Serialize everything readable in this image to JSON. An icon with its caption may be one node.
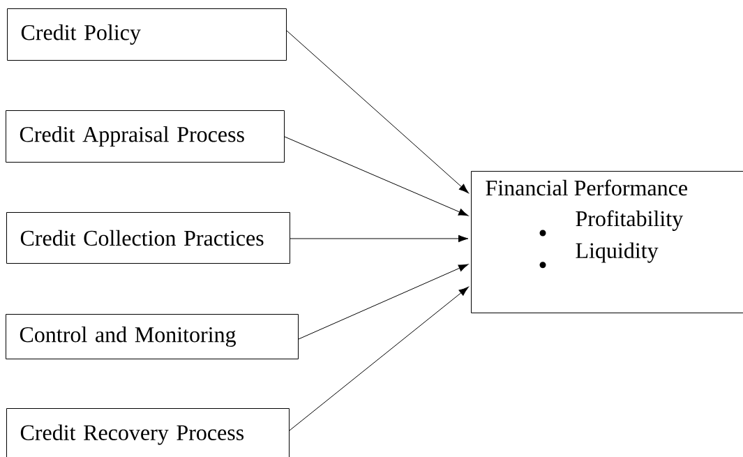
{
  "diagram": {
    "nodes": [
      {
        "text": [
          "Credit Policy"
        ]
      },
      {
        "text": [
          "Credit Appraisal Process"
        ]
      },
      {
        "text": [
          "Credit Collection Practices"
        ]
      },
      {
        "text": [
          "Control and Monitoring"
        ]
      },
      {
        "text": [
          "Credit Recovery Process"
        ]
      },
      {
        "text": [
          "Financial Performance",
          "Profitability",
          "Liquidity"
        ]
      }
    ],
    "edges": [
      {
        "from": 0,
        "to": 5,
        "arrow": "to"
      },
      {
        "from": 1,
        "to": 5,
        "arrow": "to"
      },
      {
        "from": 2,
        "to": 5,
        "arrow": "to"
      },
      {
        "from": 3,
        "to": 5,
        "arrow": "to"
      },
      {
        "from": 4,
        "to": 5,
        "arrow": "to"
      }
    ]
  }
}
